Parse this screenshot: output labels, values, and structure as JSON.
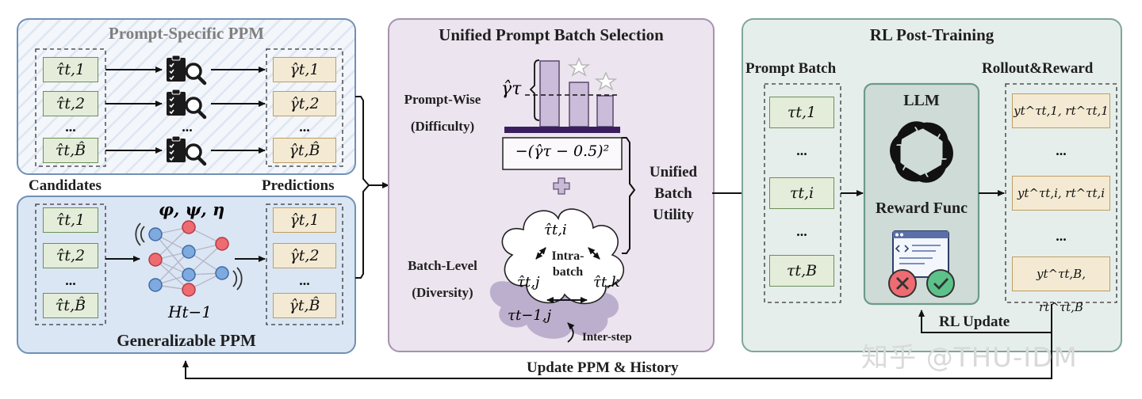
{
  "left": {
    "specific_title": "Prompt-Specific PPM",
    "candidates_label": "Candidates",
    "predictions_label": "Predictions",
    "generalizable_title": "Generalizable PPM",
    "candidates": [
      "τ̂t,1",
      "τ̂t,2",
      "...",
      "τ̂t,B̂"
    ],
    "predictions": [
      "γ̂t,1",
      "γ̂t,2",
      "...",
      "γ̂t,B̂"
    ],
    "params": "φ, ψ, η",
    "history": "Ht−1"
  },
  "middle": {
    "title": "Unified Prompt Batch Selection",
    "prompt_wise": "Prompt-Wise",
    "difficulty": "(Difficulty)",
    "gamma_label": "γ̂τ",
    "formula": "−(γ̂τ − 0.5)²",
    "batch_level": "Batch-Level",
    "diversity": "(Diversity)",
    "cloud_nodes": {
      "top": "τ̂t,i",
      "left": "τ̂t,j",
      "right": "τ̂t,k",
      "history": "τt−1,j"
    },
    "intra_batch": "Intra-\nbatch",
    "inter_step": "Inter-step",
    "utility": "Unified\nBatch\nUtility"
  },
  "right": {
    "title": "RL Post-Training",
    "prompt_batch_label": "Prompt Batch",
    "prompt_batch": [
      "τt,1",
      "...",
      "τt,i",
      "...",
      "τt,B"
    ],
    "llm_label": "LLM",
    "reward_func_label": "Reward Func",
    "rollout_label": "Rollout&Reward",
    "rollouts": [
      "yt^τt,1, rt^τt,1",
      "...",
      "yt^τt,i, rt^τt,i",
      "...",
      "yt^τt,B, rt^τt,B"
    ],
    "rl_update": "RL Update"
  },
  "bottom": {
    "update_label": "Update PPM & History"
  },
  "watermark": "知乎 @THU-IDM",
  "colors": {
    "specific_bg": "#f0f4fa",
    "general_bg": "#dbe6f4",
    "panel_border": "#6f91b5",
    "middle_bg": "#ece4ee",
    "middle_border": "#a792b1",
    "right_bg": "#e6eeeb",
    "right_border": "#7fa69a",
    "llm_bg": "#cfdbd6",
    "bar_fill": "#cbbdd9",
    "bar_base": "#3a1e5e",
    "cloud_inner": "#ffffff",
    "cloud_shadow": "#b7a8c9"
  },
  "icons": [
    "clipboard-search-icon",
    "neural-network-icon",
    "plus-icon",
    "star-icon",
    "openai-logo-icon",
    "code-window-icon",
    "cross-icon",
    "check-icon"
  ]
}
